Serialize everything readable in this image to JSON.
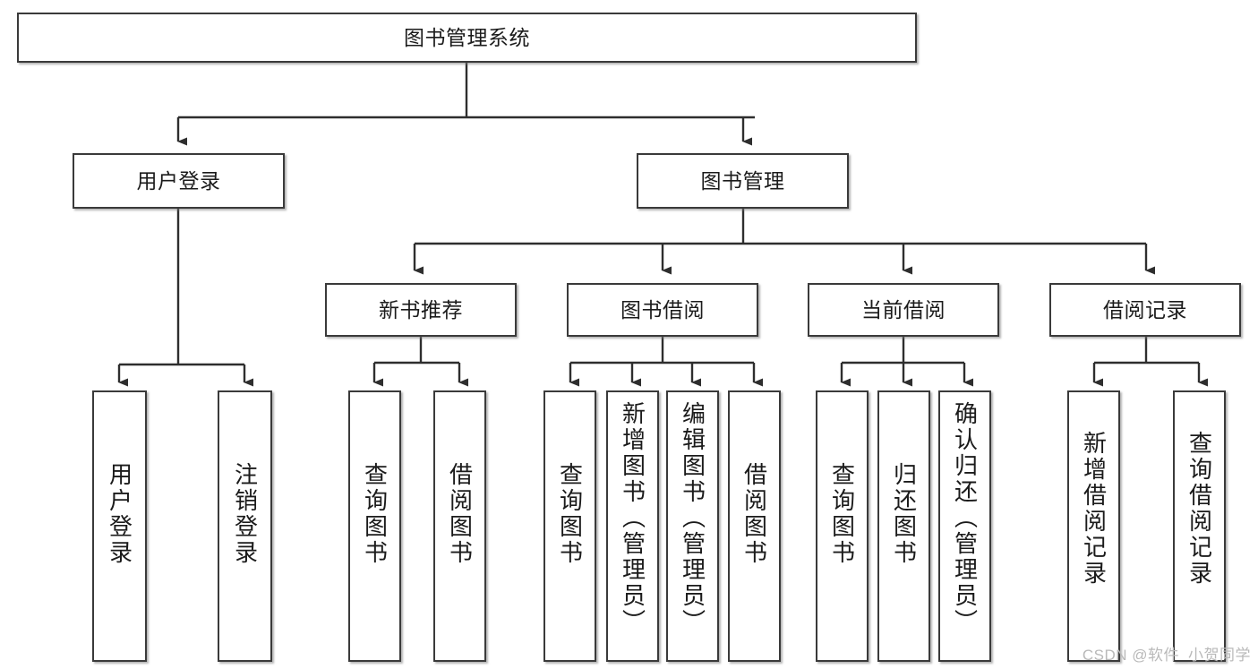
{
  "diagram": {
    "type": "tree",
    "title": "图书管理系统",
    "orientation": "top-down",
    "line_color": "#3a3a3a",
    "box_fill": "#ffffff",
    "text_color": "#1b1b1b",
    "root": {
      "label": "图书管理系统"
    },
    "level2": [
      {
        "label": "用户登录"
      },
      {
        "label": "图书管理"
      }
    ],
    "level3": [
      {
        "label": "新书推荐"
      },
      {
        "label": "图书借阅"
      },
      {
        "label": "当前借阅"
      },
      {
        "label": "借阅记录"
      }
    ],
    "leaves": {
      "user_login": [
        {
          "label": "用户登录"
        },
        {
          "label": "注销登录"
        }
      ],
      "new_book_recommend": [
        {
          "label": "查询图书"
        },
        {
          "label": "借阅图书"
        }
      ],
      "book_borrow": [
        {
          "label": "查询图书"
        },
        {
          "label": "新增图书（管理员）"
        },
        {
          "label": "编辑图书（管理员）"
        },
        {
          "label": "借阅图书"
        }
      ],
      "current_borrow": [
        {
          "label": "查询图书"
        },
        {
          "label": "归还图书"
        },
        {
          "label": "确认归还（管理员）"
        }
      ],
      "borrow_record": [
        {
          "label": "新增借阅记录"
        },
        {
          "label": "查询借阅记录"
        }
      ]
    }
  },
  "watermark": {
    "text": "CSDN @软件_小贺同学"
  }
}
